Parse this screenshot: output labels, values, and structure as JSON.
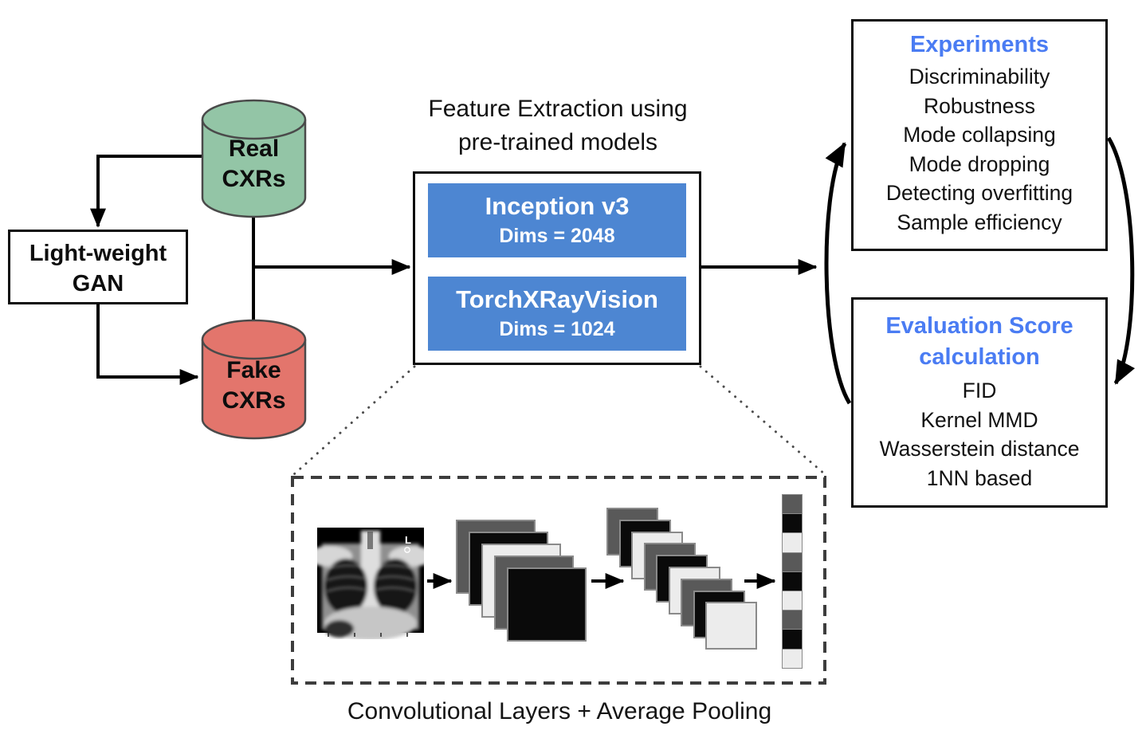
{
  "palette": {
    "node_green": "#93c5a6",
    "node_red": "#e3756c",
    "model_blue": "#4d86d2",
    "heading_blue": "#4a7cf3",
    "layer_dark": "#595959",
    "layer_black": "#0a0a0a",
    "layer_light": "#ececec"
  },
  "nodes": {
    "real_cxrs": {
      "lines": [
        "Real",
        "CXRs"
      ]
    },
    "gan": {
      "lines": [
        "Light-weight",
        "GAN"
      ]
    },
    "fake_cxrs": {
      "lines": [
        "Fake",
        "CXRs"
      ]
    },
    "feature_extraction": {
      "title_lines": [
        "Feature Extraction using",
        "pre-trained models"
      ],
      "models": [
        {
          "name": "Inception v3",
          "dims": "Dims = 2048"
        },
        {
          "name": "TorchXRayVision",
          "dims": "Dims = 1024"
        }
      ]
    },
    "experiments": {
      "title": "Experiments",
      "items": [
        "Discriminability",
        "Robustness",
        "Mode collapsing",
        "Mode dropping",
        "Detecting overfitting",
        "Sample efficiency"
      ]
    },
    "evaluation": {
      "title_lines": [
        "Evaluation Score",
        "calculation"
      ],
      "items": [
        "FID",
        "Kernel MMD",
        "Wasserstein distance",
        "1NN based"
      ]
    },
    "cnn_inset": {
      "caption": "Convolutional Layers + Average Pooling",
      "xray_side_marker": "L",
      "stage1_layers": [
        "dark",
        "black",
        "light",
        "dark",
        "black"
      ],
      "stage2_layers": [
        "dark",
        "black",
        "light",
        "dark",
        "black",
        "light",
        "dark",
        "black",
        "light"
      ],
      "feature_vector_cells": [
        "dark",
        "black",
        "light",
        "dark",
        "black",
        "light",
        "dark",
        "black",
        "light"
      ]
    }
  }
}
